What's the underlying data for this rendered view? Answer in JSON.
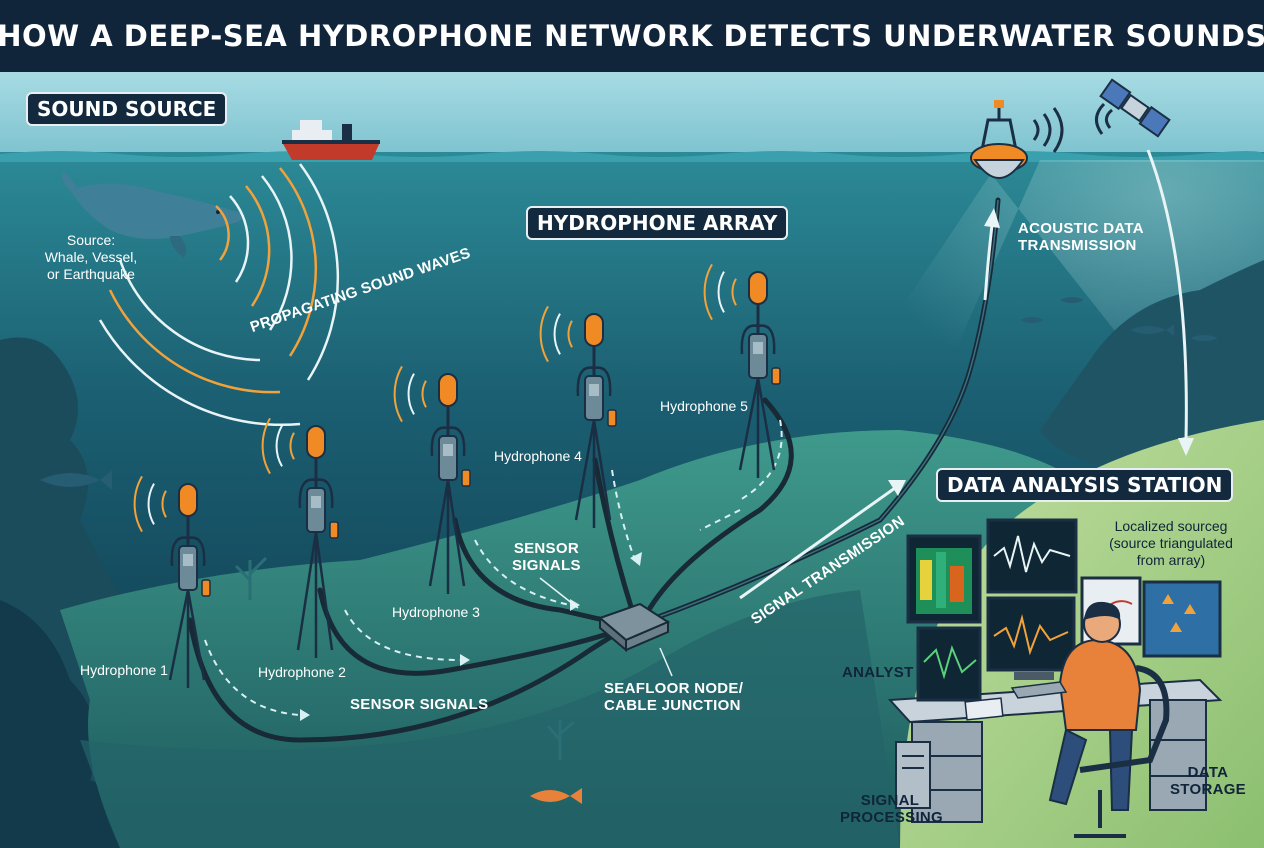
{
  "title": "HOW A DEEP-SEA HYDROPHONE NETWORK DETECTS UNDERWATER SOUNDS",
  "badges": {
    "sound_source": "SOUND SOURCE",
    "hydrophone_array": "HYDROPHONE ARRAY",
    "data_analysis_station": "DATA ANALYSIS STATION"
  },
  "labels": {
    "source_line1": "Source:",
    "source_line2": "Whale, Vessel,",
    "source_line3": "or Earthquake",
    "propagating": "PROPAGATING SOUND WAVES",
    "acoustic_line1": "ACOUSTIC DATA",
    "acoustic_line2": "TRANSMISSION",
    "signal_transmission": "SIGNAL TRANSMISSION",
    "sensor_signals_upper_line1": "SENSOR",
    "sensor_signals_upper_line2": "SIGNALS",
    "sensor_signals_lower": "SENSOR SIGNALS",
    "node_line1": "SEAFLOOR NODE/",
    "node_line2": "CABLE JUNCTION",
    "localized_line1": "Localized sourceg",
    "localized_line2": "(source triangulated",
    "localized_line3": "from array)",
    "analyst": "ANALYST",
    "storage_line1": "DATA",
    "storage_line2": "STORAGE",
    "processing_line1": "SIGNAL",
    "processing_line2": "PROCESSING"
  },
  "hydrophones": [
    {
      "label": "Hydrophone 1"
    },
    {
      "label": "Hydrophone 2"
    },
    {
      "label": "Hydrophone 3"
    },
    {
      "label": "Hydrophone 4"
    },
    {
      "label": "Hydrophone 5"
    }
  ],
  "colors": {
    "title_bar": "#10243a",
    "sky": "#8fd0dc",
    "ocean": "#1d5d70",
    "deep_ocean": "#0e3548",
    "seafloor": "#2f7f7a",
    "station": "#a9d18e",
    "hydrophone_cap": "#f08a24",
    "buoy": "#f08a24",
    "wave_orange": "#f2a23a",
    "wave_white": "#e8f4f6"
  },
  "icons": [
    "whale-icon",
    "ship-icon",
    "satellite-icon",
    "buoy-icon",
    "fish-icon",
    "monitor-icon",
    "analyst-icon",
    "server-icon"
  ]
}
